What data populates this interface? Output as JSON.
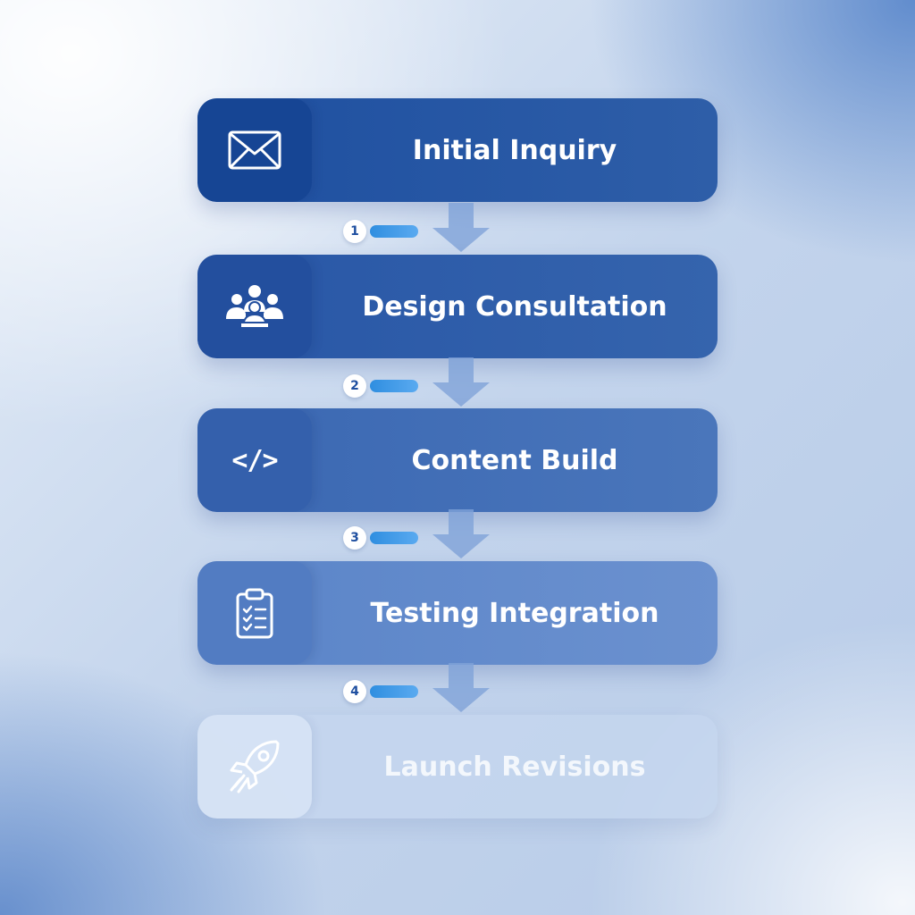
{
  "steps": [
    {
      "label": "Initial Inquiry",
      "icon": "envelope-icon"
    },
    {
      "label": "Design Consultation",
      "icon": "team-icon"
    },
    {
      "label": "Content Build",
      "icon": "code-icon",
      "glyph": "</>"
    },
    {
      "label": "Testing Integration",
      "icon": "clipboard-checklist-icon"
    },
    {
      "label": "Launch Revisions",
      "icon": "rocket-icon"
    }
  ],
  "connectors": [
    {
      "number": "1"
    },
    {
      "number": "2"
    },
    {
      "number": "3"
    },
    {
      "number": "4"
    }
  ],
  "colors": {
    "step_dark": "#1e4fa0",
    "step_light": "#c4d6ee",
    "pill": "#3d9be6",
    "arrow": "#7fa3d8",
    "badge_text": "#1f4fa0"
  }
}
